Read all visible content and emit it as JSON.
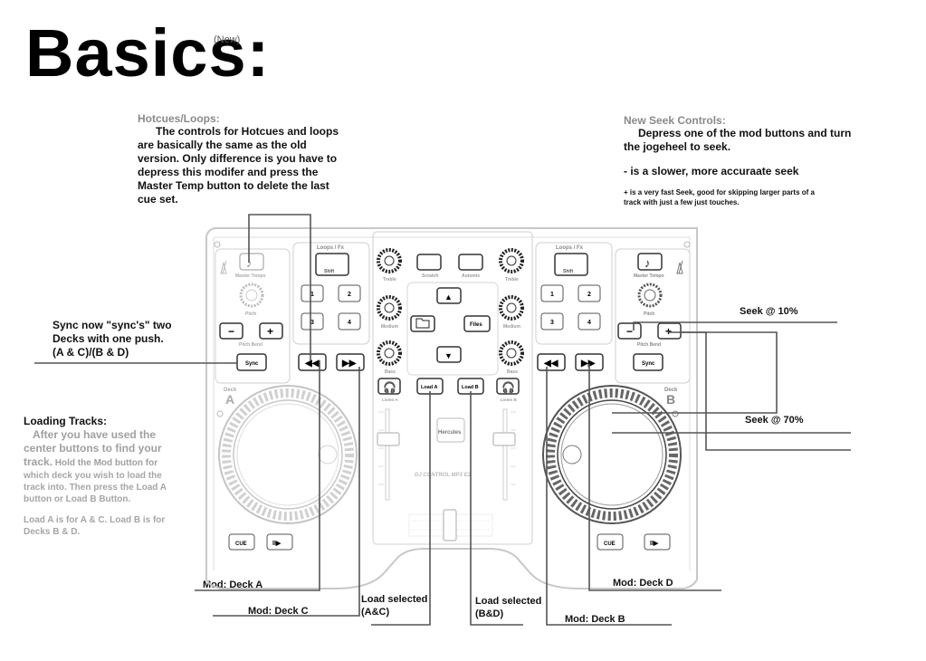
{
  "title": "Basics:",
  "title_tag": "(New)",
  "hotcues": {
    "heading": "Hotcues/Loops:",
    "lines": [
      "The controls for Hotcues and loops",
      "are basically the same as the old",
      "version. Only difference is you have to",
      "depress this modifer and press the",
      "Master Temp button to delete the last",
      "cue set."
    ]
  },
  "seek": {
    "heading": "New Seek Controls:",
    "lines": [
      "Depress one of the mod buttons and turn",
      "the jogeheel to seek."
    ],
    "minus_note": "- is a slower, more accuraate seek",
    "plus_lines": [
      "+ is a very fast Seek, good for skipping larger parts of a",
      "track with just a few just touches."
    ]
  },
  "sync": {
    "lines": [
      "Sync now \"sync's\" two",
      "Decks with one push.",
      "(A & C)/(B & D)"
    ]
  },
  "loading": {
    "heading": "Loading Tracks:",
    "lines_large": [
      "After you have used the",
      "center buttons to find your"
    ],
    "line_mixed_bold": "track.",
    "line_mixed_rest": " Hold the Mod button for",
    "lines_small": [
      "which deck you wish to load the",
      "track into. Then press the Load A",
      "button or Load B Button."
    ],
    "note_lines": [
      "Load A is for A & C. Load B is for",
      "Decks B & D."
    ]
  },
  "callouts": {
    "seek10": "Seek @ 10%",
    "seek70": "Seek @ 70%",
    "mod_a": "Mod: Deck A",
    "mod_c": "Mod: Deck C",
    "load_ac": [
      "Load selected",
      "(A&C)"
    ],
    "load_bd": [
      "Load selected",
      "(B&D)"
    ],
    "mod_d": "Mod: Deck D",
    "mod_b": "Mod: Deck B"
  },
  "controller": {
    "loops_label": "Loops / Fx",
    "shift": "Shift",
    "master_tempo": "Master Tempo",
    "pitch": "Pitch",
    "pitch_bend": "Pitch Bend",
    "sync": "Sync",
    "deck_word": "Deck",
    "deck_left": "A",
    "deck_right": "B",
    "pad_nums": [
      "1",
      "2",
      "3",
      "4"
    ],
    "cue": "CUE",
    "play": "II▶",
    "scratch": "Scratch",
    "automix": "Automix",
    "treble": "Treble",
    "medium": "Medium",
    "bass": "Bass",
    "files": "Files",
    "load_a": "Load A",
    "load_b": "Load B",
    "listen_a": "Listen A",
    "listen_b": "Listen B",
    "brand": "Hercules",
    "model": "DJ CONTROL MP3 E2"
  }
}
